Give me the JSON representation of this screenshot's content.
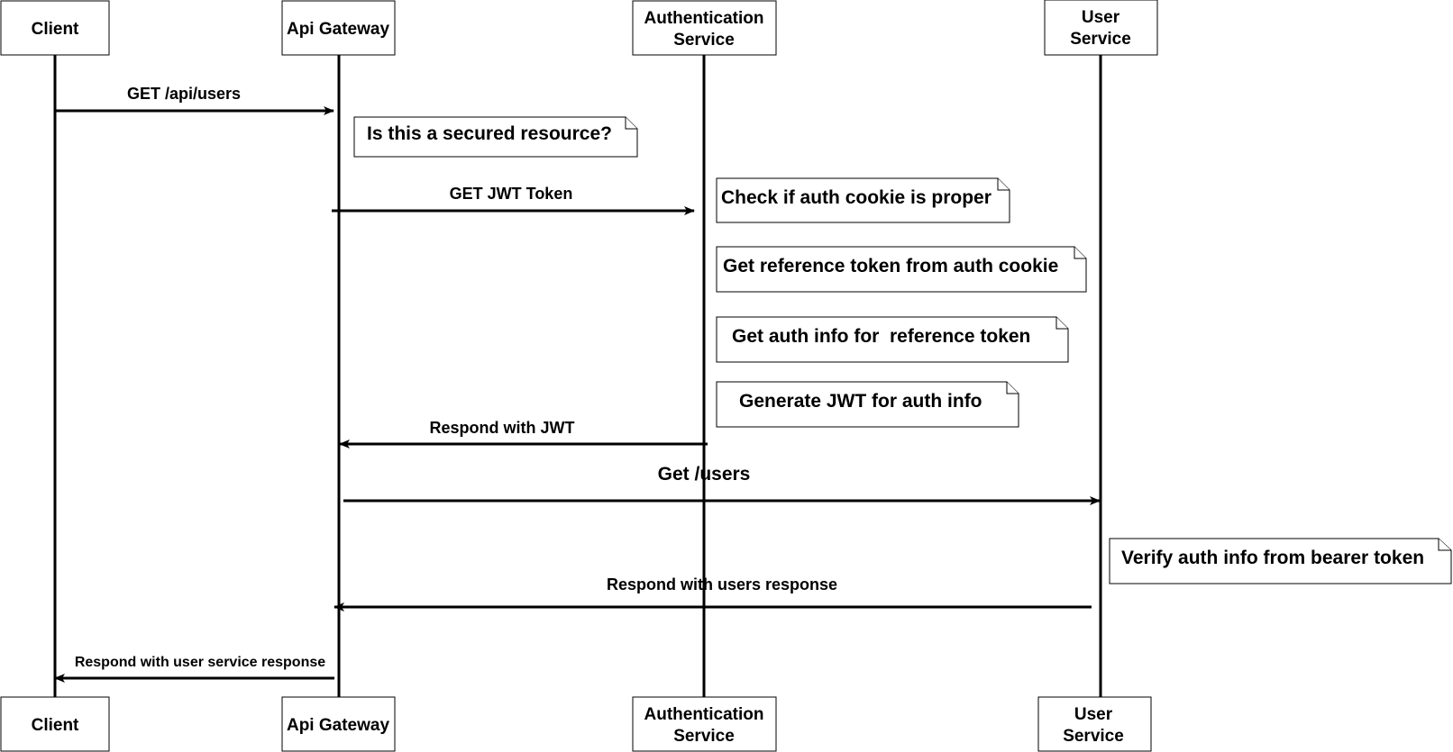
{
  "participants": {
    "client": {
      "name": "Client"
    },
    "gateway": {
      "name": "Api Gateway"
    },
    "auth": {
      "name_line1": "Authentication",
      "name_line2": "Service"
    },
    "user": {
      "name_line1": "User",
      "name_line2": "Service"
    }
  },
  "messages": [
    {
      "from": "client",
      "to": "gateway",
      "label": "GET /api/users"
    },
    {
      "from": "gateway",
      "to": "auth",
      "label": "GET JWT Token"
    },
    {
      "from": "auth",
      "to": "gateway",
      "label": "Respond with JWT"
    },
    {
      "from": "gateway",
      "to": "user",
      "label": "Get /users"
    },
    {
      "from": "user",
      "to": "gateway",
      "label": "Respond with users response"
    },
    {
      "from": "gateway",
      "to": "client",
      "label": "Respond with user service response"
    }
  ],
  "notes": [
    {
      "participant": "gateway",
      "text": "Is this a secured resource?"
    },
    {
      "participant": "auth",
      "text": "Check if auth cookie is proper"
    },
    {
      "participant": "auth",
      "text": "Get reference token from auth cookie"
    },
    {
      "participant": "auth",
      "text": "Get auth info for  reference token"
    },
    {
      "participant": "auth",
      "text": "Generate JWT for auth info"
    },
    {
      "participant": "user",
      "text": "Verify auth info from bearer token"
    }
  ],
  "colors": {
    "stroke": "#000000",
    "background": "#ffffff"
  }
}
